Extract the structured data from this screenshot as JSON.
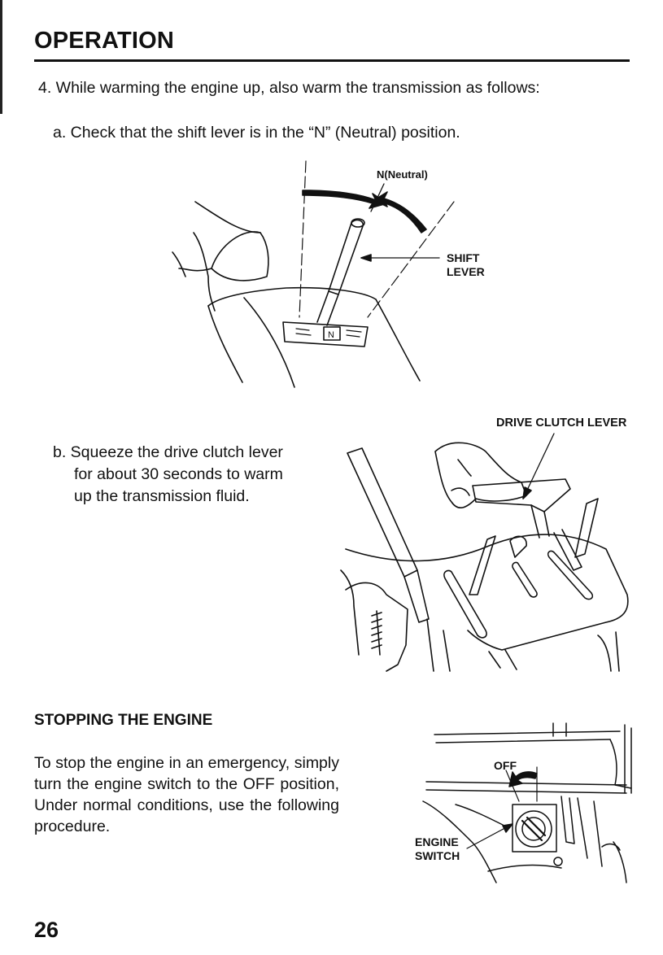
{
  "page": {
    "section_title": "OPERATION",
    "page_number": "26"
  },
  "steps": {
    "step4": "4. While warming the engine up, also warm the transmission as follows:",
    "step_a": "a. Check that the shift lever is in the “N” (Neutral) position.",
    "step_b_line1": "b. Squeeze the drive clutch lever",
    "step_b_line2": "for about 30 seconds to warm",
    "step_b_line3": "up the transmission fluid."
  },
  "figure1": {
    "label_neutral": "N(Neutral)",
    "label_shift_1": "SHIFT",
    "label_shift_2": "LEVER"
  },
  "figure2": {
    "label_drive_clutch": "DRIVE CLUTCH LEVER"
  },
  "stopping": {
    "heading": "STOPPING THE ENGINE",
    "paragraph": "To stop the engine in an emergency, simply turn the engine switch to the OFF position, Under normal conditions, use the following procedure."
  },
  "figure3": {
    "label_off": "OFF",
    "label_engine_1": "ENGINE",
    "label_engine_2": "SWITCH"
  }
}
